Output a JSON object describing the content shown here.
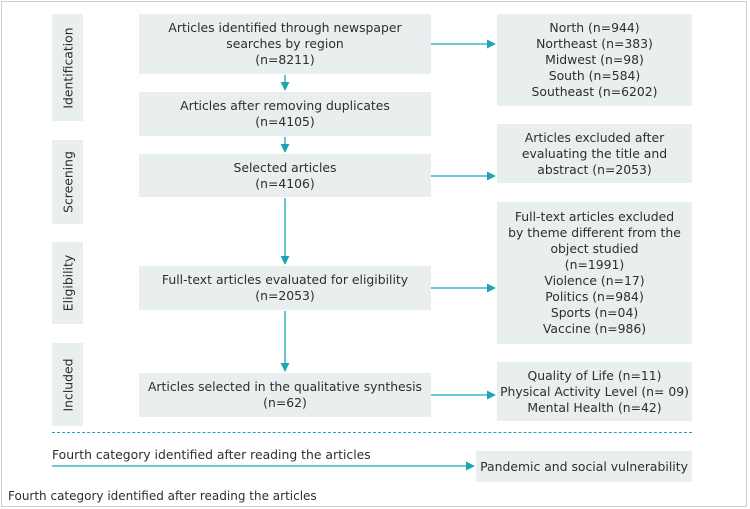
{
  "stages": {
    "identification": "Identification",
    "screening": "Screening",
    "eligibility": "Eligibility",
    "included": "Included"
  },
  "main_boxes": {
    "identified": [
      "Articles identified through newspaper",
      "searches by region",
      "(n=8211)"
    ],
    "duplicates": [
      "Articles after removing duplicates",
      "(n=4105)"
    ],
    "selected": [
      "Selected articles",
      "(n=4106)"
    ],
    "fulltext": [
      "Full-text articles evaluated for eligibility",
      "(n=2053)"
    ],
    "synthesis": [
      "Articles selected in the qualitative synthesis",
      "(n=62)"
    ]
  },
  "side_boxes": {
    "regions": [
      "North (n=944)",
      "Northeast (n=383)",
      "Midwest (n=98)",
      "South (n=584)",
      "Southeast (n=6202)"
    ],
    "excluded_title": [
      "Articles excluded after",
      "evaluating the title and",
      "abstract (n=2053)"
    ],
    "excluded_fulltext": [
      "Full-text articles excluded",
      "by theme different from the",
      "object studied",
      "(n=1991)",
      "Violence (n=17)",
      "Politics (n=984)",
      "Sports (n=04)",
      "Vaccine (n=986)"
    ],
    "categories": [
      "Quality of Life (n=11)",
      "Physical Activity Level (n= 09)",
      "Mental Health (n=42)"
    ]
  },
  "fourth_category": {
    "label": "Fourth category identified after reading the articles",
    "result": "Pandemic and social vulnerability"
  },
  "caption": "Fourth category identified after reading the articles",
  "colors": {
    "box_fill": "#e9eeef",
    "arrow": "#1aa6b7",
    "border": "#c9cfd2"
  }
}
